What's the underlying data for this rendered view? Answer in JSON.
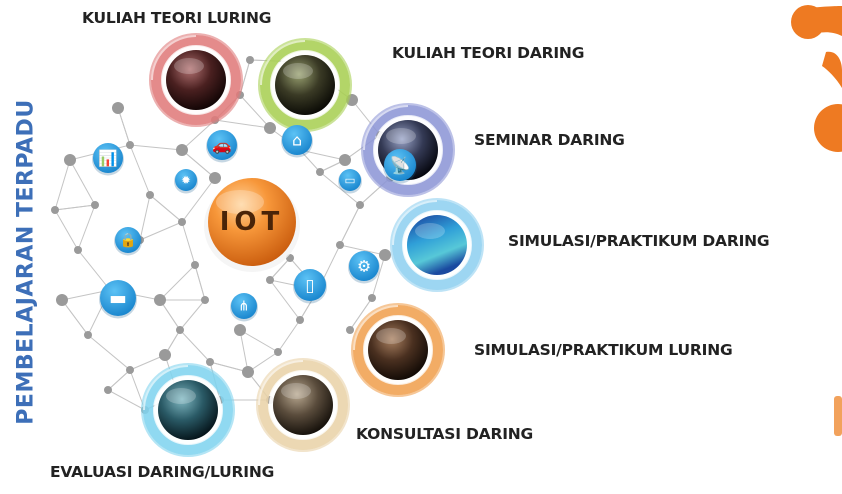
{
  "vertical_title": "PEMBELAJARAN TERPADU",
  "center_label": "IOT",
  "labels": {
    "kuliah_luring": "KULIAH TEORI LURING",
    "kuliah_daring": "KULIAH TEORI DARING",
    "seminar_daring": "SEMINAR DARING",
    "simulasi_daring": "SIMULASI/PRAKTIKUM DARING",
    "simulasi_luring": "SIMULASI/PRAKTIKUM LURING",
    "konsultasi_daring": "KONSULTASI DARING",
    "evaluasi": "EVALUASI DARING/LURING"
  },
  "colors": {
    "title_blue": "#3d6fb8",
    "icon_blue": "#2a9be0",
    "iot_orange": "#f07d1c",
    "ring_red": "#e07a7a",
    "ring_green": "#a8cf52",
    "ring_lavender": "#8d96d6",
    "ring_sky": "#8fd0f0",
    "ring_orange": "#f0a050",
    "ring_cyan": "#80d4ee",
    "ring_tan": "#e9d2a8",
    "deco_orange": "#ee7a22"
  },
  "icons": [
    "mobile-chart-icon",
    "car-icon",
    "home-icon",
    "lightbulb-icon",
    "laptop-icon",
    "lock-icon",
    "satellite-dish-icon",
    "gear-icon",
    "battery-icon",
    "smartphone-icon",
    "network-icon"
  ]
}
